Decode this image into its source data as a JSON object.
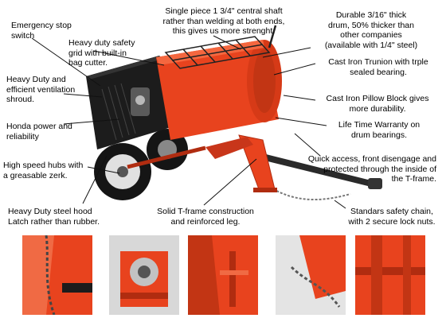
{
  "callouts": {
    "emergency_stop": "Emergency stop\nswitch",
    "safety_grid": "Heavy duty safety\ngrid with built-in\nbag cutter.",
    "central_shaft": "Single piece 1 3/4\" central shaft\nrather than welding at both ends,\nthis gives us more strenght.",
    "drum": "Durable 3/16\" thick\ndrum, 50% thicker than\nother companies\n(available with 1/4\" steel)",
    "ventilation": "Heavy Duty and\nefficient ventilation\nshroud.",
    "trunion": "Cast Iron Trunion with trple\nsealed bearing.",
    "pillow_block": "Cast Iron Pillow Block gives\nmore durability.",
    "honda": "Honda power and\nreliability",
    "warranty": "Life Time Warranty on\ndrum bearings.",
    "hubs": "High speed hubs with\na greasable zerk.",
    "quick_access": "Quick access, front disengage and\nprotected through the inside of\nthe T-frame.",
    "hood_latch": "Heavy Duty steel hood\nLatch rather than rubber.",
    "t_frame": "Solid T-frame construction\nand reinforced leg.",
    "safety_chain": "Standars safety chain,\nwith 2 secure lock nuts."
  },
  "colors": {
    "mixer_orange": "#e8431e",
    "mixer_dark": "#b02c10",
    "engine_black": "#1c1c1c",
    "leader_line": "#111111"
  },
  "thumbnails": [
    {
      "icon": "chain-hitch-closeup"
    },
    {
      "icon": "pillow-block-closeup"
    },
    {
      "icon": "drum-latch-closeup"
    },
    {
      "icon": "chain-lock-closeup"
    },
    {
      "icon": "t-frame-closeup"
    }
  ]
}
